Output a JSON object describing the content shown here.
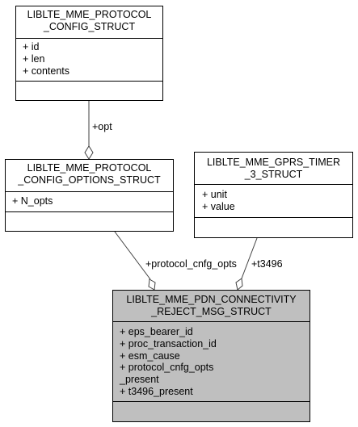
{
  "diagram": {
    "colors": {
      "background": "#ffffff",
      "box_fill": "#ffffff",
      "highlight_fill": "#bfbfbf",
      "stroke": "#000000",
      "edge": "#404040"
    },
    "classes": {
      "protocol_config": {
        "title": [
          "LIBLTE_MME_PROTOCOL",
          "_CONFIG_STRUCT"
        ],
        "attributes": [
          "+ id",
          "+ len",
          "+ contents"
        ]
      },
      "protocol_config_options": {
        "title": [
          "LIBLTE_MME_PROTOCOL",
          "_CONFIG_OPTIONS_STRUCT"
        ],
        "attributes": [
          "+ N_opts"
        ]
      },
      "gprs_timer_3": {
        "title": [
          "LIBLTE_MME_GPRS_TIMER",
          "_3_STRUCT"
        ],
        "attributes": [
          "+ unit",
          "+ value"
        ]
      },
      "pdn_connectivity_reject": {
        "title": [
          "LIBLTE_MME_PDN_CONNECTIVITY",
          "_REJECT_MSG_STRUCT"
        ],
        "attributes": [
          "+ eps_bearer_id",
          "+ proc_transaction_id",
          "+ esm_cause",
          "+ protocol_cnfg_opts",
          "_present",
          "+ t3496_present"
        ]
      }
    },
    "edges": {
      "opt": {
        "label": "+opt"
      },
      "protocol_cnfg_opts": {
        "label": "+protocol_cnfg_opts"
      },
      "t3496": {
        "label": "+t3496"
      }
    }
  }
}
